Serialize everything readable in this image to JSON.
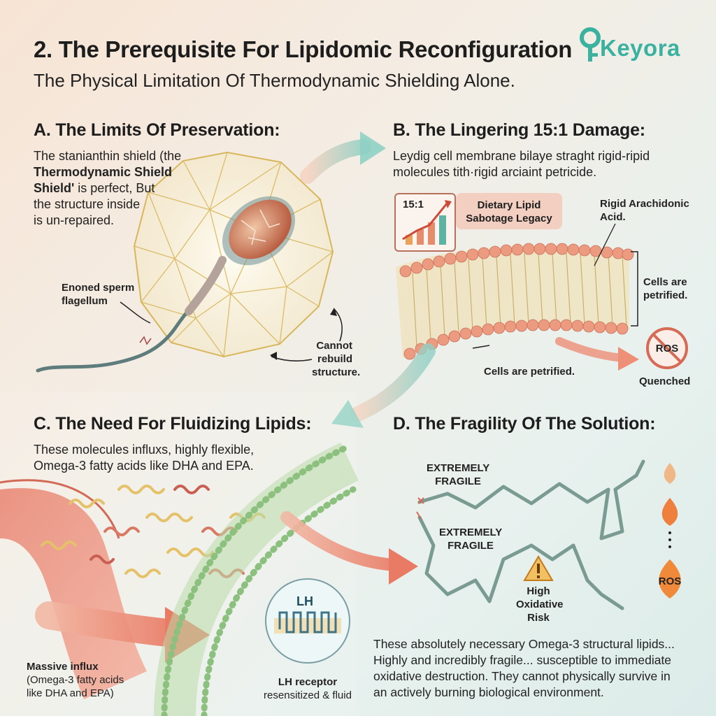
{
  "header": {
    "title": "2. The Prerequisite For Lipidomic Reconfiguration",
    "subtitle": "The Physical Limitation Of Thermodynamic Shielding Alone.",
    "logo_text": "Keyora"
  },
  "sections": {
    "a": {
      "heading": "A. The Limits Of Preservation:",
      "text_line1": "The stanianthin shield (the",
      "text_bold1": "Thermodynamic Shield",
      "text_bold2": "Shield'",
      "text_line3_rest": " is perfect, But",
      "text_line4": "the structure inside",
      "text_line5": "is un-repaired.",
      "label_flagellum_1": "Enoned sperm",
      "label_flagellum_2": "flagellum",
      "label_cannot_1": "Cannot",
      "label_cannot_2": "rebuild",
      "label_cannot_3": "structure."
    },
    "b": {
      "heading": "B. The Lingering 15:1 Damage:",
      "text_line1": "Leydig cell membrane bilaye straght rigid-ripid",
      "text_line2": "molecules tith·rigid arciaint petricide.",
      "ratio_label": "15:1",
      "pill_line1": "Dietary Lipid",
      "pill_line2": "Sabotage Legacy",
      "rigid_1": "Rigid Arachidonic",
      "rigid_2": "Acid.",
      "petrified_right_1": "Cells are",
      "petrified_right_2": "petrified.",
      "petrified_bottom": "Cells are petrified.",
      "ros_label": "ROS",
      "quenched_label": "Quenched"
    },
    "c": {
      "heading": "C. The Need For Fluidizing Lipids:",
      "text_line1": "These molecules influxs, highly flexible,",
      "text_line2": "Omega-3 fatty acids like DHA and EPA.",
      "influx_bold": "Massive influx",
      "influx_line2": "(Omega-3 fatty acids",
      "influx_line3": "like DHA and EPA)",
      "lh_symbol": "LH",
      "lh_receptor": "LH receptor",
      "lh_sub": "resensitized & fluid"
    },
    "d": {
      "heading": "D. The Fragility Of The Solution:",
      "fragile_top_1": "EXTREMELY",
      "fragile_top_2": "FRAGILE",
      "fragile_mid_1": "EXTREMELY",
      "fragile_mid_2": "FRAGILE",
      "risk_1": "High",
      "risk_2": "Oxidative",
      "risk_3": "Risk",
      "ros_flame": "ROS",
      "text_line1": "These absolutely necessary Omega-3 structural lipids...",
      "text_line2": "Highly and incredibly fragile... susceptible to immediate",
      "text_line3": "oxidative destruction. They cannot physically survive in",
      "text_line4": "an actively burning biological environment."
    }
  },
  "colors": {
    "teal_accent": "#3bb1a0",
    "salmon_arrow": "#ee8f78",
    "membrane_head": "#ec9a7f",
    "membrane_tail": "#d9c48a",
    "green_membrane": "#a8cf92",
    "lipid_chain": "#6f9289"
  },
  "icons": [
    "keyora-logo-icon",
    "fire-icon",
    "warning-icon",
    "no-ros-icon",
    "growth-chart-icon",
    "lh-receptor-icon"
  ]
}
